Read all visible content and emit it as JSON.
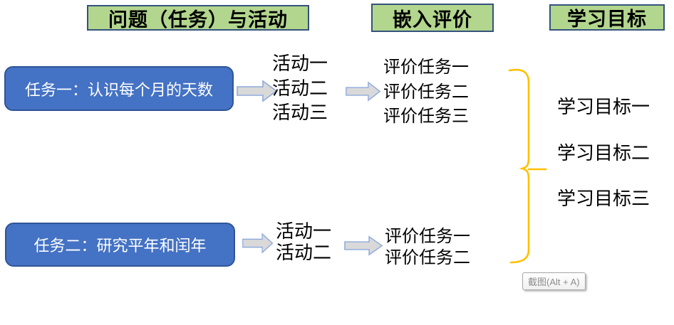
{
  "headers": [
    "问题（任务）与活动",
    "嵌入评价",
    "学习目标"
  ],
  "tasks": [
    {
      "title": "任务一：认识每个月的天数",
      "activities": [
        "活动一",
        "活动二",
        "活动三"
      ],
      "evaluations": [
        "评价任务一",
        "评价任务二",
        "评价任务三"
      ]
    },
    {
      "title": "任务二：研究平年和闰年",
      "activities": [
        "活动一",
        "活动二"
      ],
      "evaluations": [
        "评价任务一",
        "评价任务二"
      ]
    }
  ],
  "objectives": [
    "学习目标一",
    "学习目标二",
    "学习目标三"
  ],
  "tooltip": {
    "label": "截图(Alt + A)"
  },
  "colors": {
    "header_fill": "#b2d68d",
    "header_border": "#34527d",
    "task_fill": "#4472c4",
    "task_border": "#2f5597",
    "task_text": "#ffffff",
    "arrow_fill": "#d9d9d9",
    "arrow_border": "#8faadc",
    "brace": "#ffc000",
    "text": "#000000",
    "tooltip_text": "#8c8c8c"
  }
}
